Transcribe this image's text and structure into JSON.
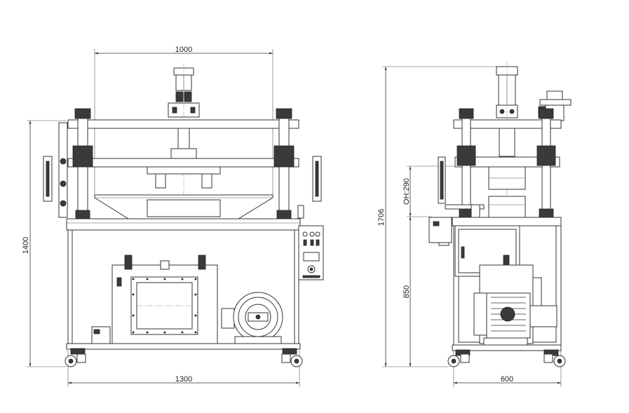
{
  "dimensions": {
    "front_width_top": "1000",
    "front_height": "1400",
    "front_width_bottom": "1300",
    "side_total_height": "1706",
    "side_open_height": "OH:290",
    "side_table_height": "850",
    "side_width": "600"
  }
}
